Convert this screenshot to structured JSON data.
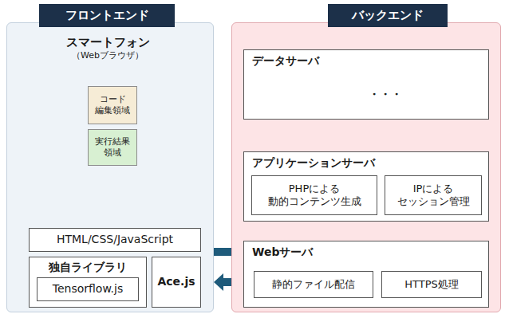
{
  "diagram": {
    "nodes": [
      {
        "text": [
          "フロントエンド"
        ]
      },
      {
        "text": [
          "スマートフォン",
          "（Webブラウザ）"
        ],
        "in": 0
      },
      {
        "text": [
          "コード 編集領域"
        ],
        "in": 1
      },
      {
        "text": [
          "実行結果 領域"
        ],
        "in": 1
      },
      {
        "text": [
          "HTML/CSS/JavaScript"
        ],
        "in": 0
      },
      {
        "text": [
          "独自ライブラリ"
        ],
        "in": 0
      },
      {
        "text": [
          "Tensorflow.js"
        ],
        "in": 5
      },
      {
        "text": [
          "Ace.js"
        ],
        "in": 0
      },
      {
        "text": [
          "バックエンド"
        ]
      },
      {
        "text": [
          "データサーバ"
        ],
        "in": 8
      },
      {
        "text": [
          "アプリケーションサーバ"
        ],
        "in": 8
      },
      {
        "text": [
          "PHPによる 動的コンテンツ生成"
        ],
        "in": 10
      },
      {
        "text": [
          "IPによる セッション管理"
        ],
        "in": 10
      },
      {
        "text": [
          "Webサーバ"
        ],
        "in": 8
      },
      {
        "text": [
          "静的ファイル配信"
        ],
        "in": 13
      },
      {
        "text": [
          "HTTPS処理"
        ],
        "in": 13
      }
    ],
    "edges": [
      {
        "from": 0,
        "to": 13,
        "arrow": "to"
      },
      {
        "from": 13,
        "to": 0,
        "arrow": "to"
      },
      {
        "from": 10,
        "to": 9,
        "arrow": "to"
      },
      {
        "from": 9,
        "to": 10,
        "arrow": "to"
      },
      {
        "from": 13,
        "to": 10,
        "arrow": "to"
      },
      {
        "from": 10,
        "to": 13,
        "arrow": "to"
      }
    ],
    "labels": [
      "・・・"
    ]
  }
}
